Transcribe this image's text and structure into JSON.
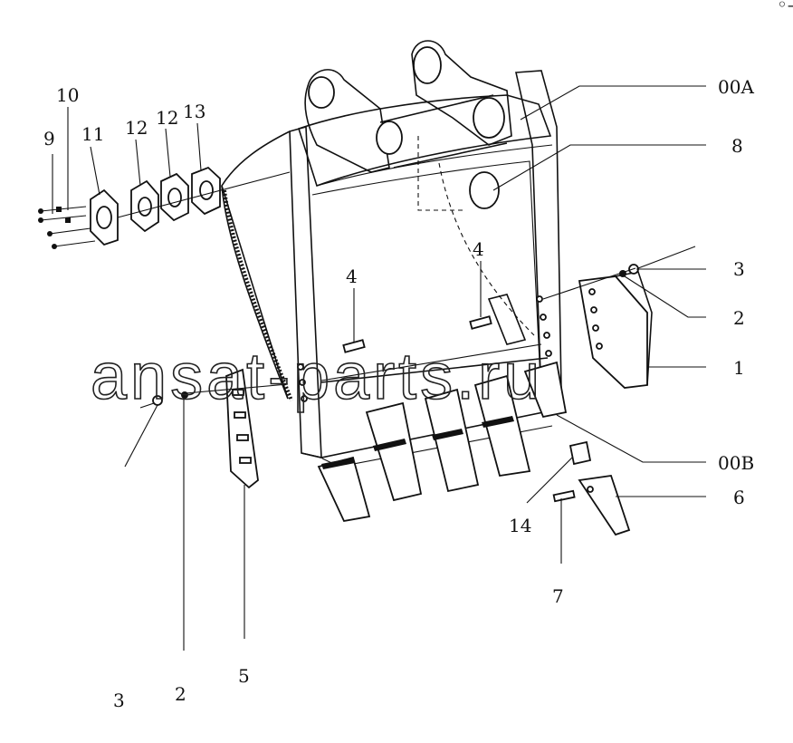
{
  "watermark": "ansat-parts.ru",
  "corner_mark": "◦—",
  "callouts": [
    {
      "id": "10",
      "text": "10"
    },
    {
      "id": "9",
      "text": "9"
    },
    {
      "id": "11",
      "text": "11"
    },
    {
      "id": "12a",
      "text": "12"
    },
    {
      "id": "12b",
      "text": "12"
    },
    {
      "id": "13",
      "text": "13"
    },
    {
      "id": "00A",
      "text": "00A"
    },
    {
      "id": "8",
      "text": "8"
    },
    {
      "id": "4a",
      "text": "4"
    },
    {
      "id": "4b",
      "text": "4"
    },
    {
      "id": "3r",
      "text": "3"
    },
    {
      "id": "2r",
      "text": "2"
    },
    {
      "id": "1",
      "text": "1"
    },
    {
      "id": "00B",
      "text": "00B"
    },
    {
      "id": "6",
      "text": "6"
    },
    {
      "id": "14",
      "text": "14"
    },
    {
      "id": "7",
      "text": "7"
    },
    {
      "id": "3l",
      "text": "3"
    },
    {
      "id": "2l",
      "text": "2"
    },
    {
      "id": "5",
      "text": "5"
    }
  ]
}
